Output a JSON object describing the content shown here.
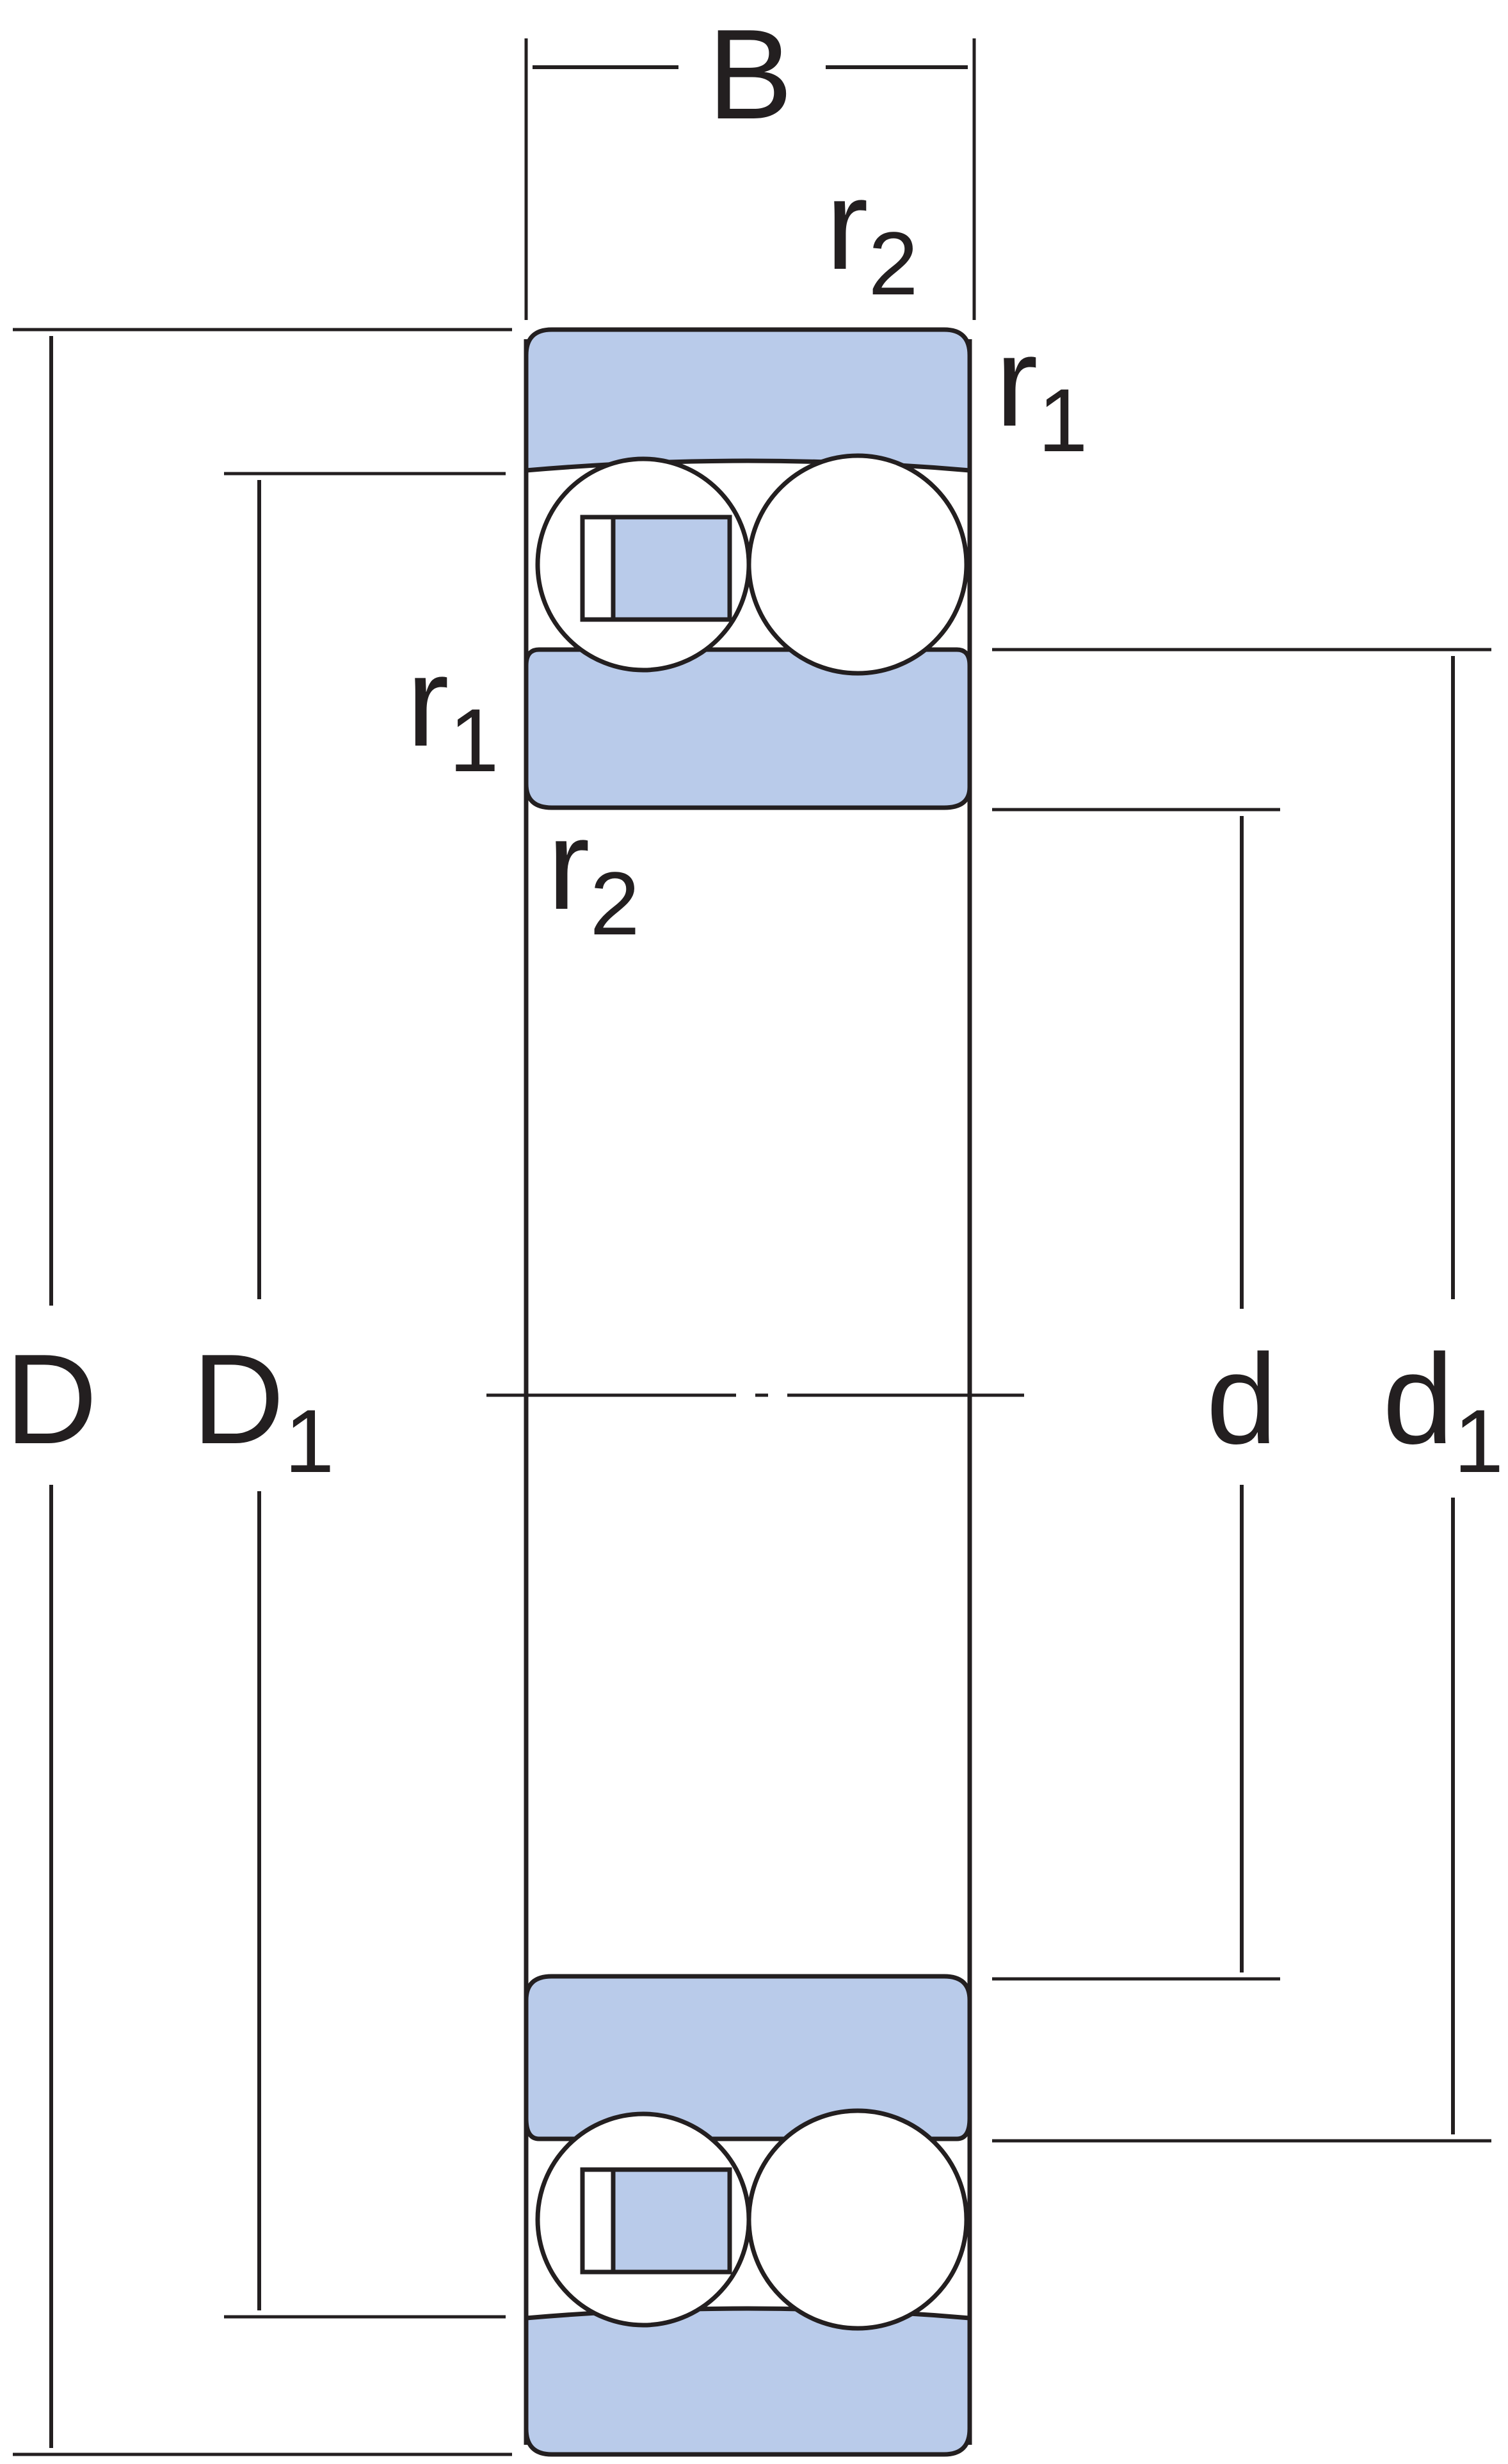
{
  "diagram": {
    "colors": {
      "line": "#231f20",
      "ring_fill": "#b9cbea",
      "ball_fill": "#ffffff",
      "background": "#ffffff"
    },
    "labels": {
      "B": "B",
      "D": "D",
      "D1": {
        "base": "D",
        "sub": "1"
      },
      "d": "d",
      "d1": {
        "base": "d",
        "sub": "1"
      },
      "r1_top_right": {
        "base": "r",
        "sub": "1"
      },
      "r2_top_right": {
        "base": "r",
        "sub": "2"
      },
      "r1_left": {
        "base": "r",
        "sub": "1"
      },
      "r2_left": {
        "base": "r",
        "sub": "2"
      }
    }
  }
}
